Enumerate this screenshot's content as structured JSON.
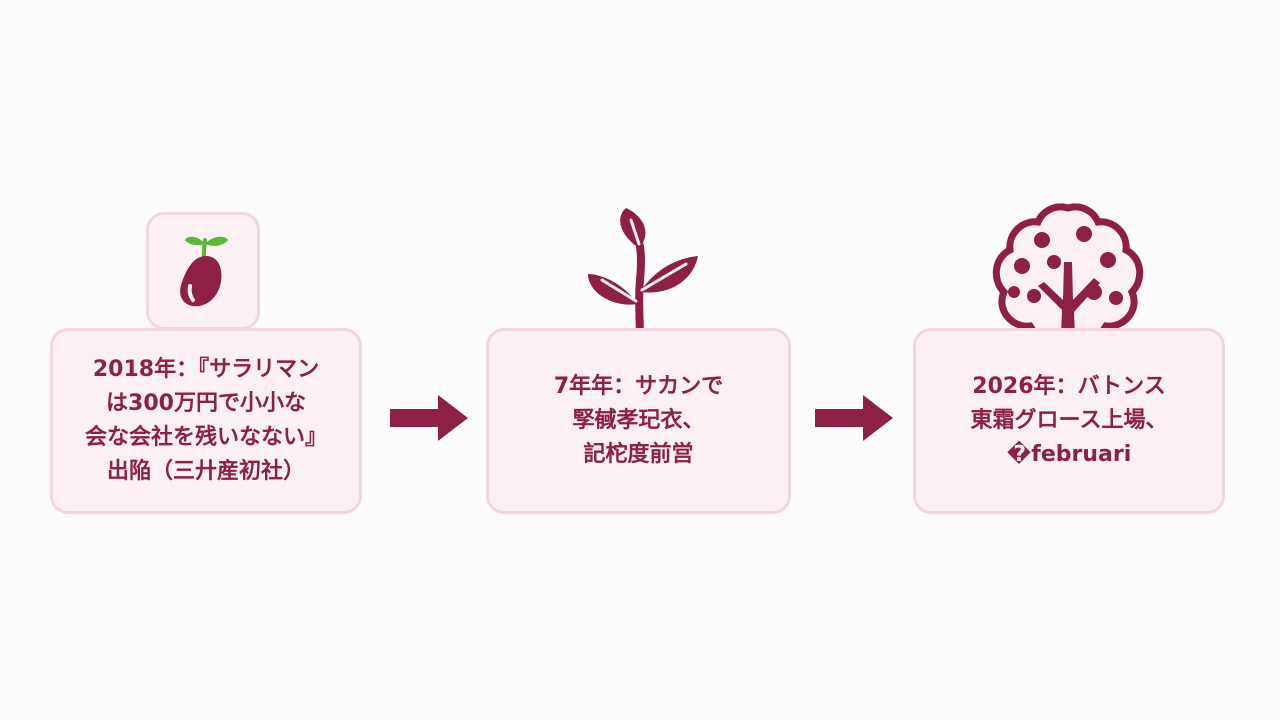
{
  "colors": {
    "accent": "#8e1f45",
    "card_fill": "#fbf1f3",
    "card_border": "#f3d6dd",
    "leaf_green": "#5cb63a"
  },
  "steps": [
    {
      "icon": "seed-sprout-icon",
      "text": "2018年：『サラリマン\nは300万円で小小な\n会な会社を残いなない』\n出陥（三廾産初社）"
    },
    {
      "icon": "seedling-icon",
      "text": "7年年：サカンで\n孯戫孝玘衣、\n記柁度前営"
    },
    {
      "icon": "fruit-tree-icon",
      "text": "2026年：バトンス\n東霜グロース上場、\n�februari"
    }
  ]
}
